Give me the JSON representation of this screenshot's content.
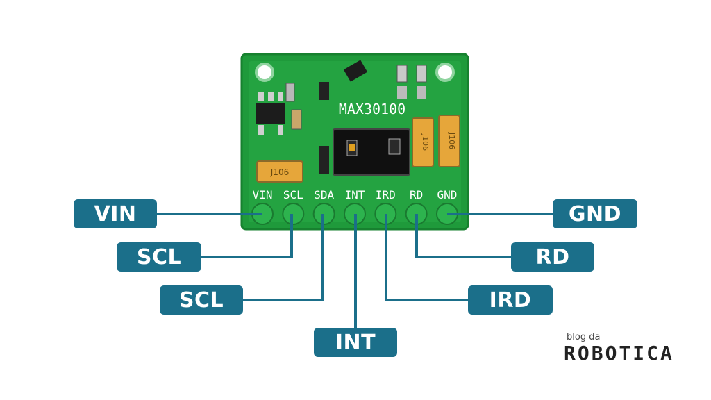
{
  "board": {
    "chip_label": "MAX30100",
    "component_marks": [
      "J106",
      "J106",
      "J106"
    ],
    "pins": [
      "VIN",
      "SCL",
      "SDA",
      "INT",
      "IRD",
      "RD",
      "GND"
    ]
  },
  "callouts": {
    "vin": "VIN",
    "scl_1": "SCL",
    "scl_2": "SCL",
    "int": "INT",
    "ird": "IRD",
    "rd": "RD",
    "gnd": "GND"
  },
  "brand": {
    "small": "blog da",
    "big": "ROBOTICA"
  },
  "colors": {
    "label_bg": "#1b6f8a",
    "board_green": "#1e9a3c",
    "pad_green": "#2db34e",
    "wire": "#1b6f8a"
  }
}
